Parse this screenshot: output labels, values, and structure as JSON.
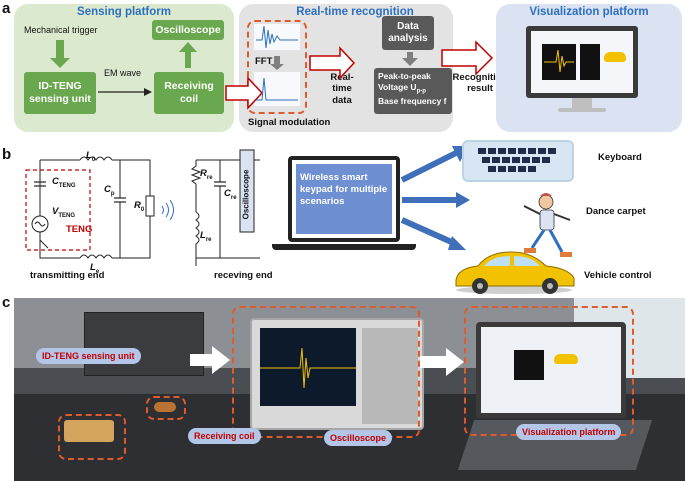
{
  "panel_a": {
    "letter": "a",
    "sensing": {
      "title": "Sensing platform",
      "mechanical_trigger": "Mechanical trigger",
      "oscilloscope": "Oscilloscope",
      "id_teng": "ID-TENG sensing unit",
      "em_wave": "EM wave",
      "receiving_coil": "Receiving coil"
    },
    "recognition": {
      "title": "Real-time recognition",
      "fft": "FFT",
      "signal_modulation": "Signal modulation",
      "realtime_data": "Real-time data",
      "data_analysis": "Data analysis",
      "peak_to_peak": "Peak-to-peak",
      "voltage": "Voltage U",
      "voltage_sub": "p-p",
      "base_frequency": "Base frequency f",
      "recognition_result": "Recognition result"
    },
    "visualization": {
      "title": "Visualization platform"
    }
  },
  "panel_b": {
    "letter": "b",
    "circuit": {
      "l0": "L",
      "l0_sub": "0",
      "cteng": "C",
      "cteng_sub": "TENG",
      "vteng": "V",
      "vteng_sub": "TENG",
      "cp": "C",
      "cp_sub": "p",
      "r0": "R",
      "r0_sub": "0",
      "teng": "TENG",
      "le": "L",
      "le_sub": "e",
      "rre": "R",
      "rre_sub": "re",
      "cre": "C",
      "cre_sub": "re",
      "lre": "L",
      "lre_sub": "re",
      "oscilloscope": "Oscilloscope",
      "transmitting_end": "transmitting end",
      "receiving_end": "receving end"
    },
    "keypad": "Wireless smart keypad for multiple scenarios",
    "keyboard": "Keyboard",
    "dance_carpet": "Dance carpet",
    "vehicle_control": "Vehicle control"
  },
  "panel_c": {
    "letter": "c",
    "id_teng": "ID-TENG sensing unit",
    "receiving_coil": "Receiving coil",
    "oscilloscope": "Oscilloscope",
    "visualization": "Visualization platform"
  },
  "colors": {
    "green": "#6aa84f",
    "dark": "#595959",
    "red": "#c00000",
    "blue_text": "#2e6fbf",
    "keypad": "#6f8fd3"
  }
}
